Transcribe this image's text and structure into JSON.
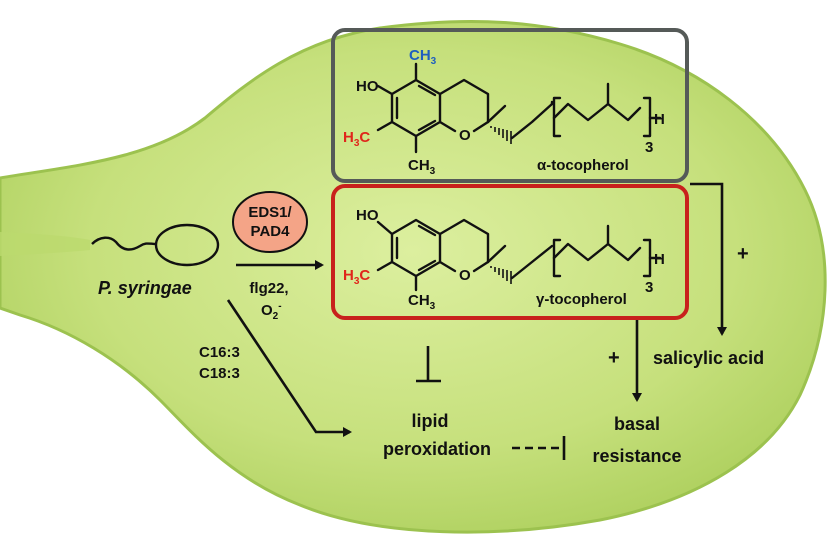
{
  "colors": {
    "leaf": "#c3df7a",
    "leaf_edge": "#98c04a",
    "alpha_box": "#555a58",
    "gamma_box": "#c8211c",
    "eds_fill": "#f4a487",
    "methyl_red": "#e0261b",
    "methyl_blue": "#1f5fbf"
  },
  "alpha": {
    "ho": "HO",
    "ch3_top": "CH",
    "ch3_top_sub": "3",
    "h3c_h": "H",
    "h3c_sub": "3",
    "h3c_c": "C",
    "ch3_bottom": "CH",
    "ch3_bottom_sub": "3",
    "o": "O",
    "h": "H",
    "n": "3",
    "name": "α-tocopherol"
  },
  "gamma": {
    "ho": "HO",
    "h3c_h": "H",
    "h3c_sub": "3",
    "h3c_c": "C",
    "ch3_bottom": "CH",
    "ch3_bottom_sub": "3",
    "o": "O",
    "h": "H",
    "n": "3",
    "name": "γ-tocopherol"
  },
  "eds": {
    "line1": "EDS1/",
    "line2": "PAD4"
  },
  "pathogen": "P. syringae",
  "elicitors": {
    "line1": "flg22,",
    "line2_main": "O",
    "line2_sub": "2",
    "line2_sup": "-"
  },
  "fatty_acids": {
    "line1": "C16:3",
    "line2": "C18:3"
  },
  "lipid": {
    "line1": "lipid",
    "line2": "peroxidation"
  },
  "salicylic": "salicylic acid",
  "plus_top": "+",
  "plus_bottom": "+",
  "basal": {
    "line1": "basal",
    "line2": "resistance"
  }
}
